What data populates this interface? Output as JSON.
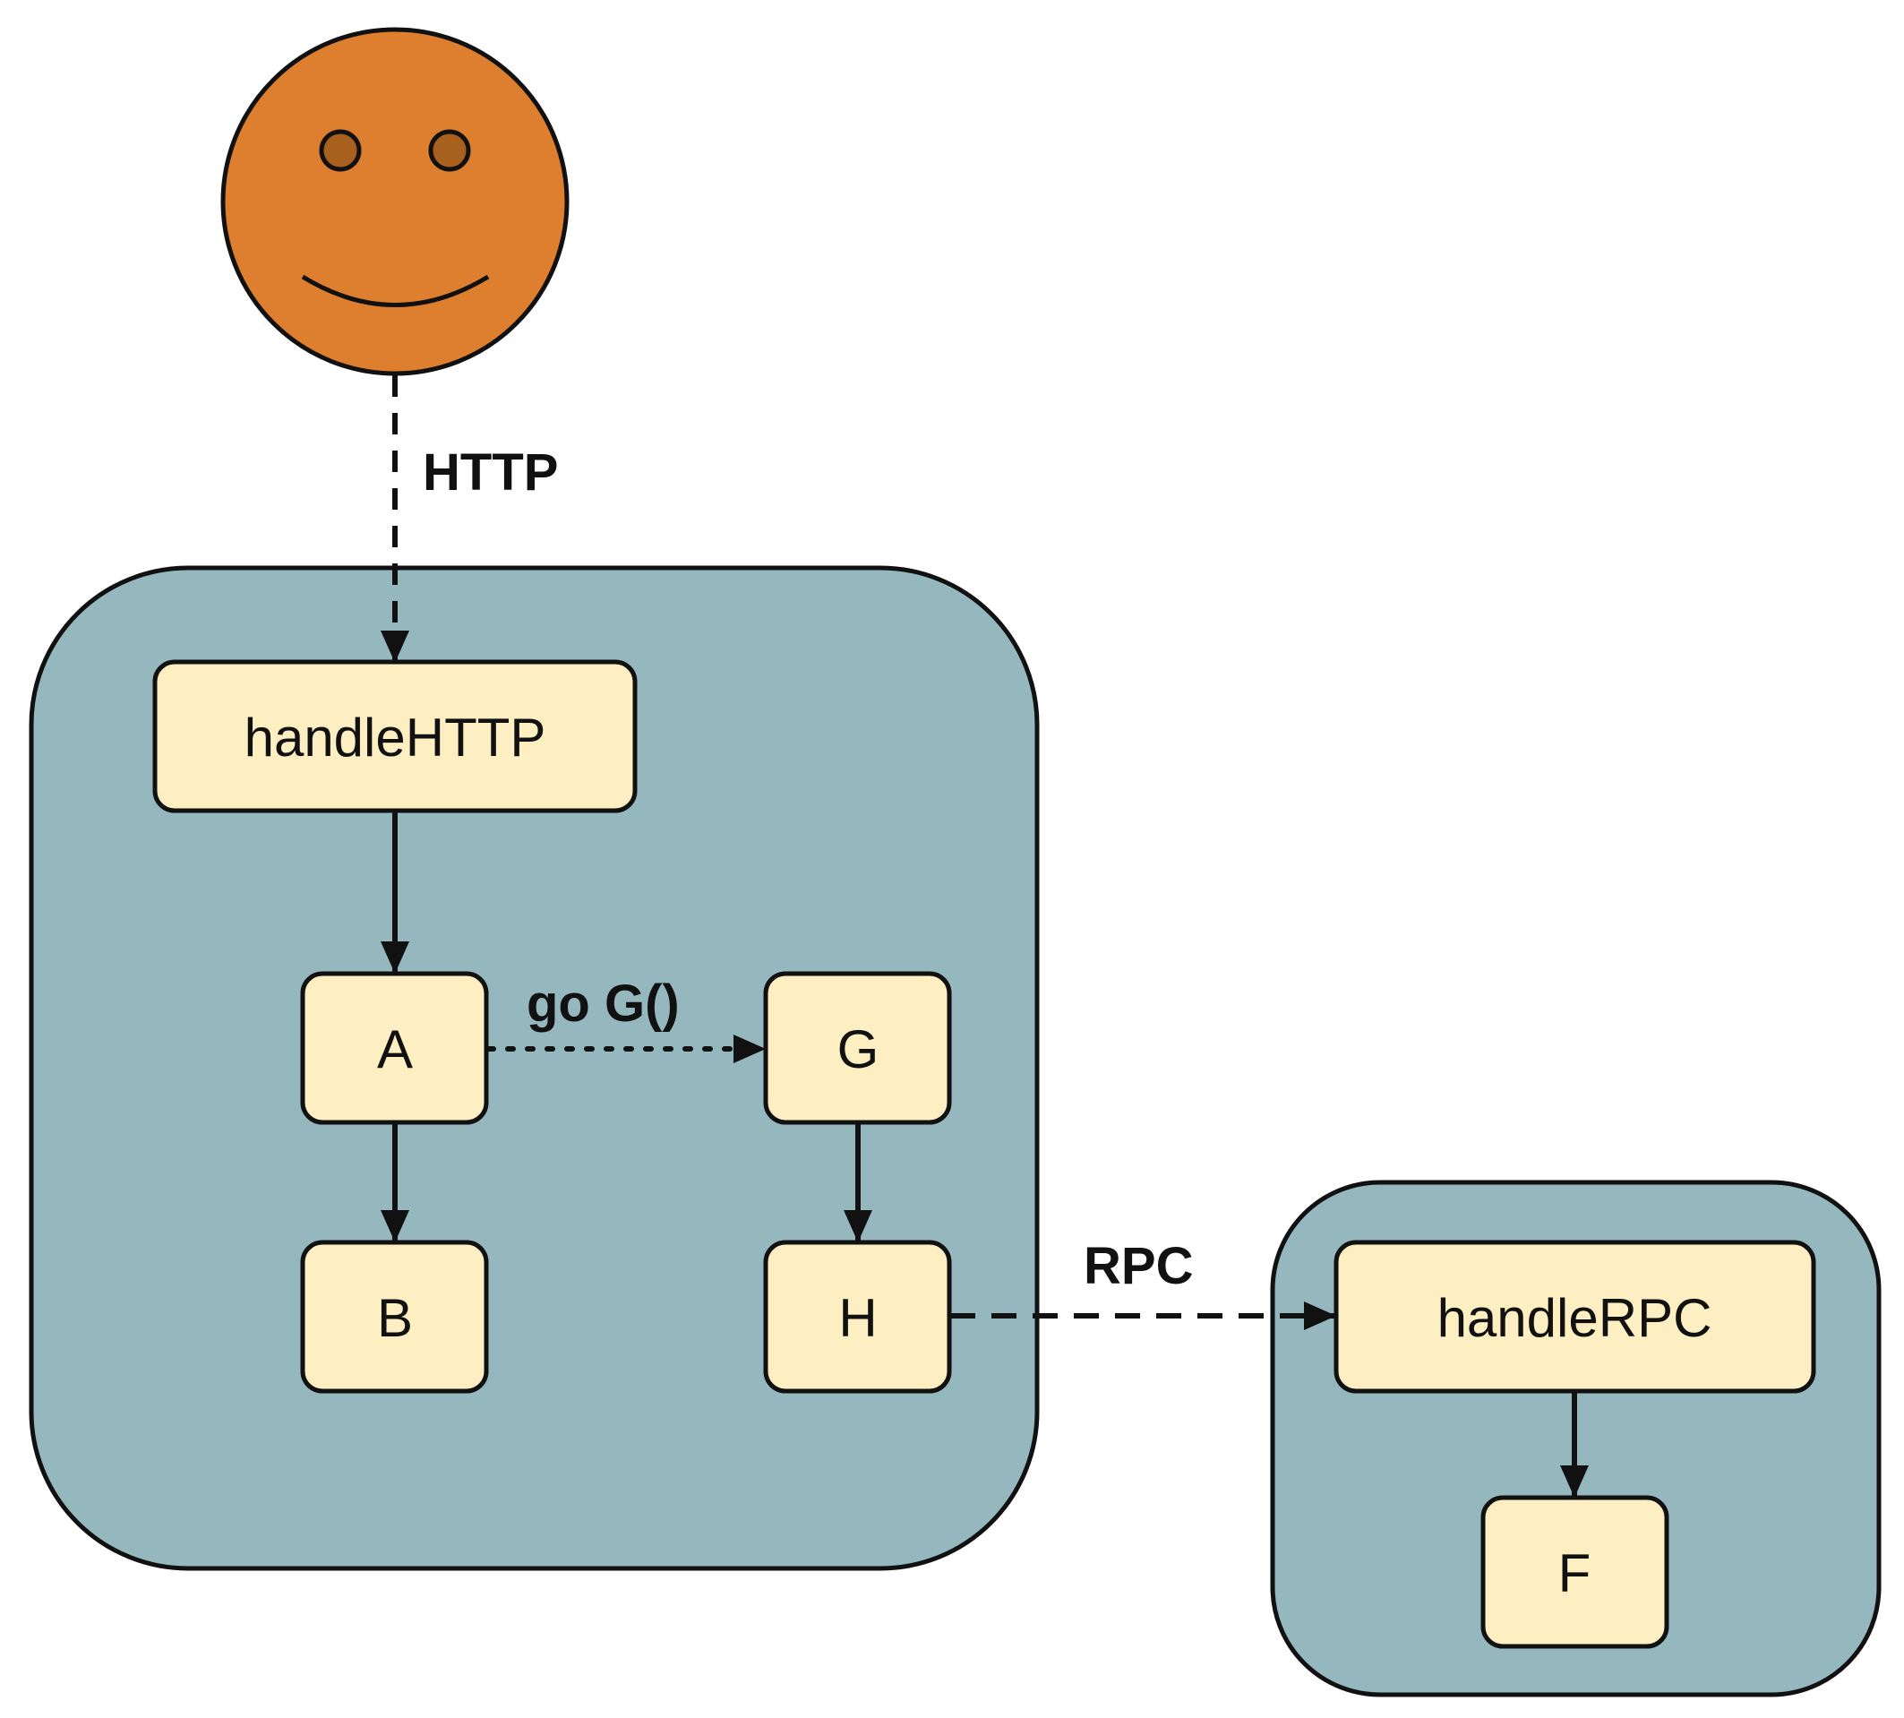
{
  "colors": {
    "background": "#ffffff",
    "container_fill": "#95b8bf",
    "node_fill": "#fdefc2",
    "smiley_fill": "#dd7f2e",
    "smiley_eye_fill": "#a7601e",
    "stroke": "#111111"
  },
  "actor": {
    "icon": "smiley-face-icon"
  },
  "containers": [
    {
      "id": "http-server"
    },
    {
      "id": "rpc-server"
    }
  ],
  "nodes": {
    "handle_http": "handleHTTP",
    "a": "A",
    "b": "B",
    "g": "G",
    "h": "H",
    "handle_rpc": "handleRPC",
    "f": "F"
  },
  "edges": {
    "http": {
      "label": "HTTP",
      "style": "dashed"
    },
    "go_g": {
      "label": "go G()",
      "style": "dotted"
    },
    "rpc": {
      "label": "RPC",
      "style": "dashed"
    }
  }
}
